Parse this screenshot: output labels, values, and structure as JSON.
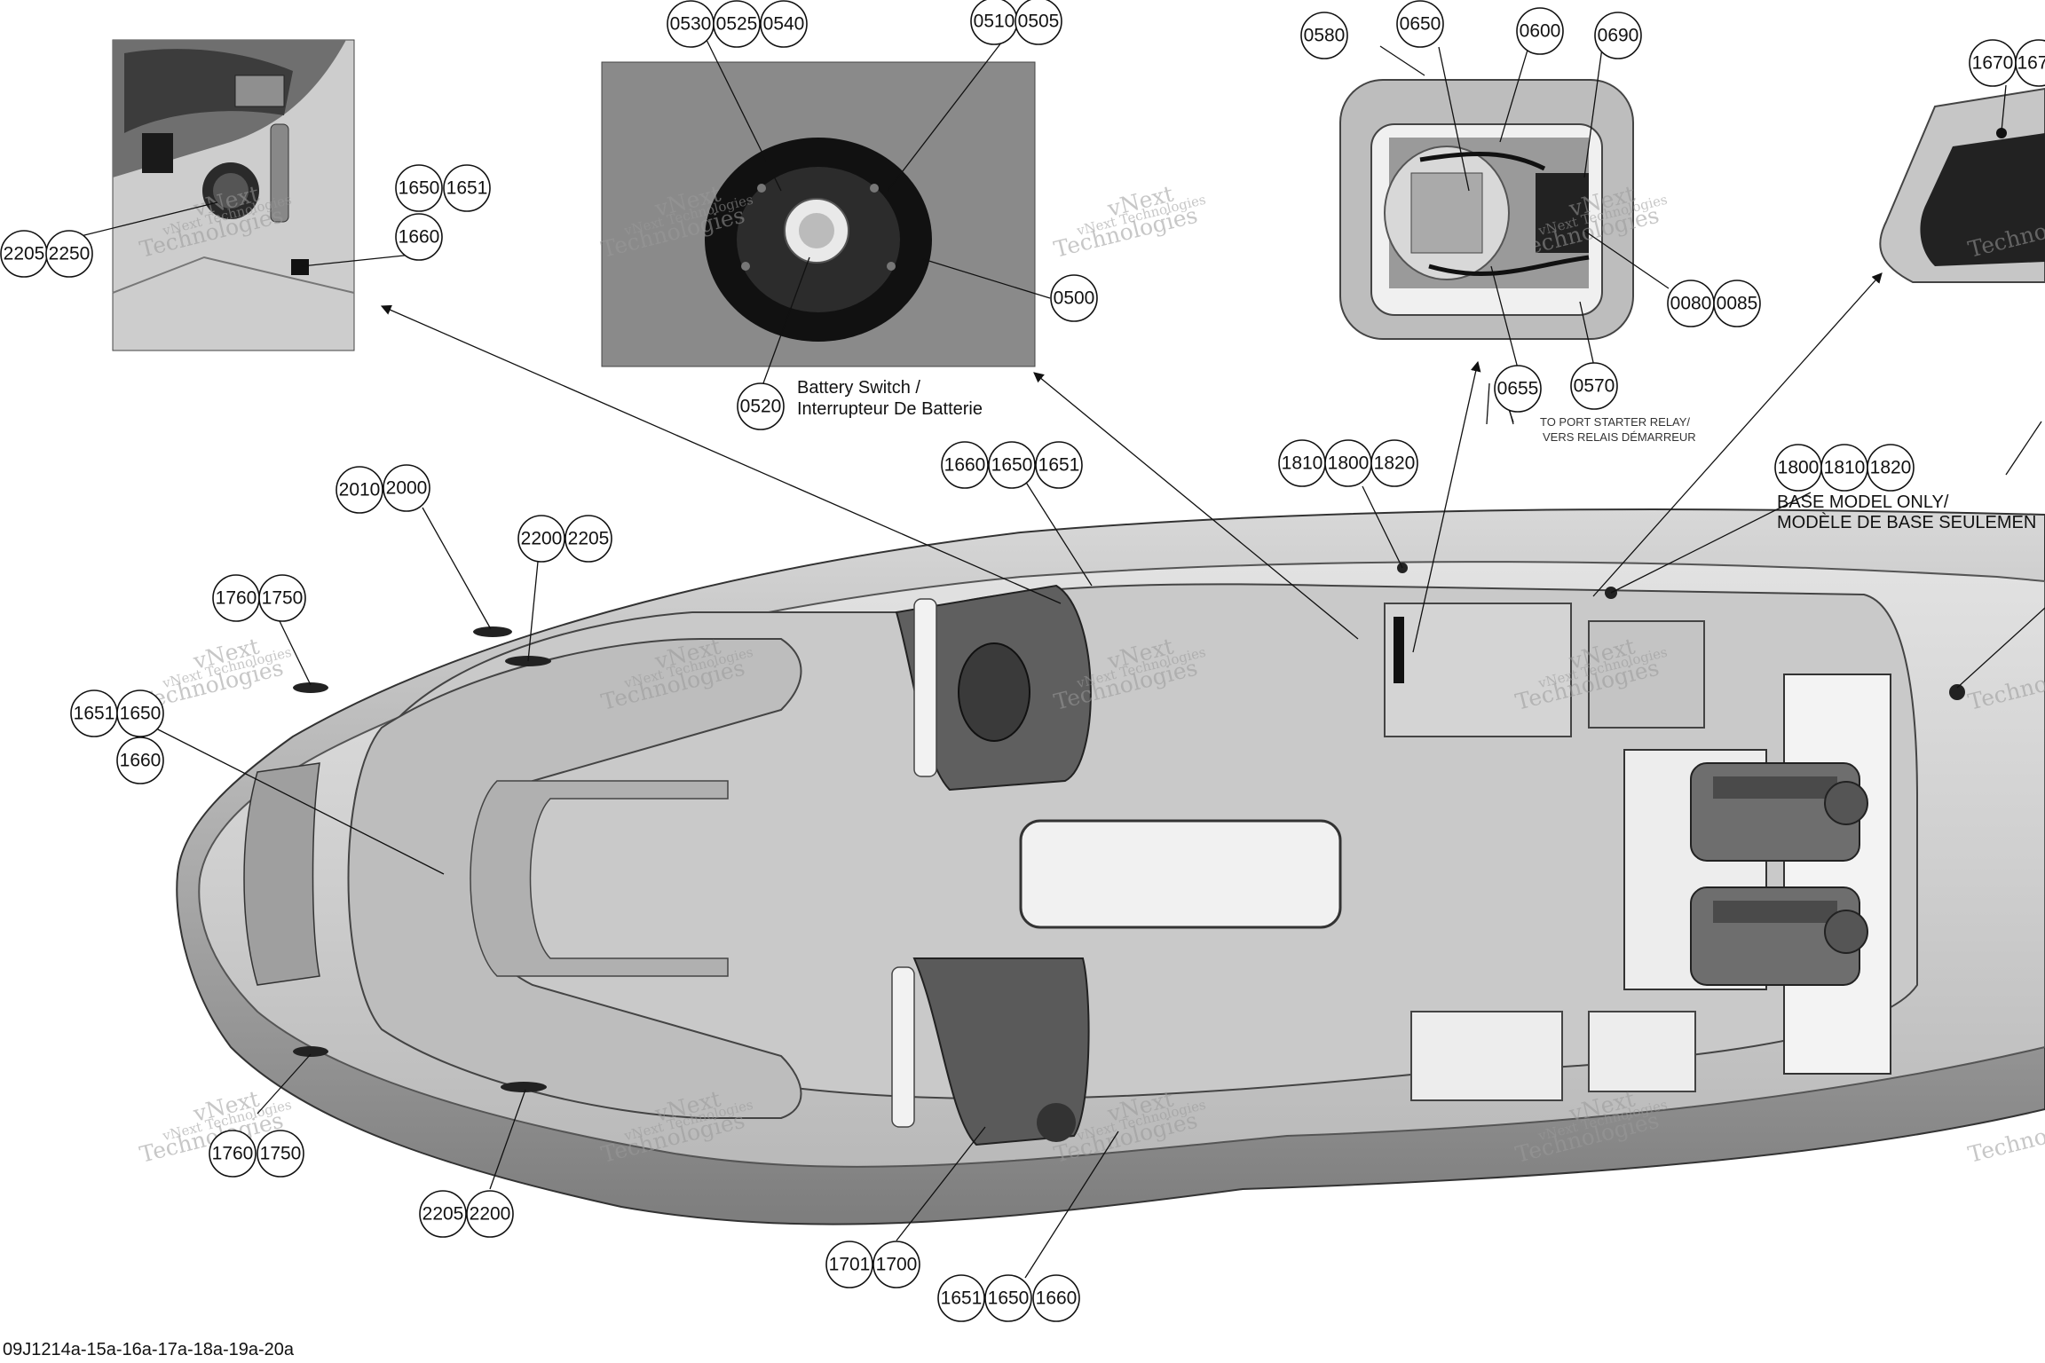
{
  "captions": {
    "battery_switch_en": "Battery Switch /",
    "battery_switch_fr": "Interrupteur De Batterie",
    "base_model_en": "BASE MODEL ONLY/",
    "base_model_fr": "MODÈLE DE BASE SEULEMEN",
    "starter_relay_en": "TO PORT STARTER RELAY/",
    "starter_relay_fr": "VERS RELAIS DÉMARREUR"
  },
  "doc_code": "09J1214a-15a-16a-17a-18a-19a-20a",
  "watermark": {
    "line1": "vNext",
    "line2": "Technologies",
    "small": "vNext Technologies"
  },
  "labels": {
    "b2205a": "2205",
    "b2250": "2250",
    "b1650a": "1650",
    "b1651a": "1651",
    "b1660a": "1660",
    "b0530": "0530",
    "b0525": "0525",
    "b0540": "0540",
    "b0510": "0510",
    "b0505": "0505",
    "b0500": "0500",
    "b0520": "0520",
    "b0580": "0580",
    "b0650": "0650",
    "b0600": "0600",
    "b0690": "0690",
    "b0080": "0080",
    "b0085": "0085",
    "b0655": "0655",
    "b0570": "0570",
    "b1670": "1670",
    "b1671": "167",
    "b1660b": "1660",
    "b1650b": "1650",
    "b1651b": "1651",
    "b1810a": "1810",
    "b1800a": "1800",
    "b1820a": "1820",
    "b1800b": "1800",
    "b1810b": "1810",
    "b1820b": "1820",
    "b2010": "2010",
    "b2000": "2000",
    "b2200a": "2200",
    "b2205b": "2205",
    "b1760a": "1760",
    "b1750a": "1750",
    "b1651c": "1651",
    "b1650c": "1650",
    "b1660c": "1660",
    "b1760b": "1760",
    "b1750b": "1750",
    "b2205c": "2205",
    "b2200b": "2200",
    "b1701": "1701",
    "b1700": "1700",
    "b1651d": "1651",
    "b1650d": "1650",
    "b1660d": "1660"
  }
}
